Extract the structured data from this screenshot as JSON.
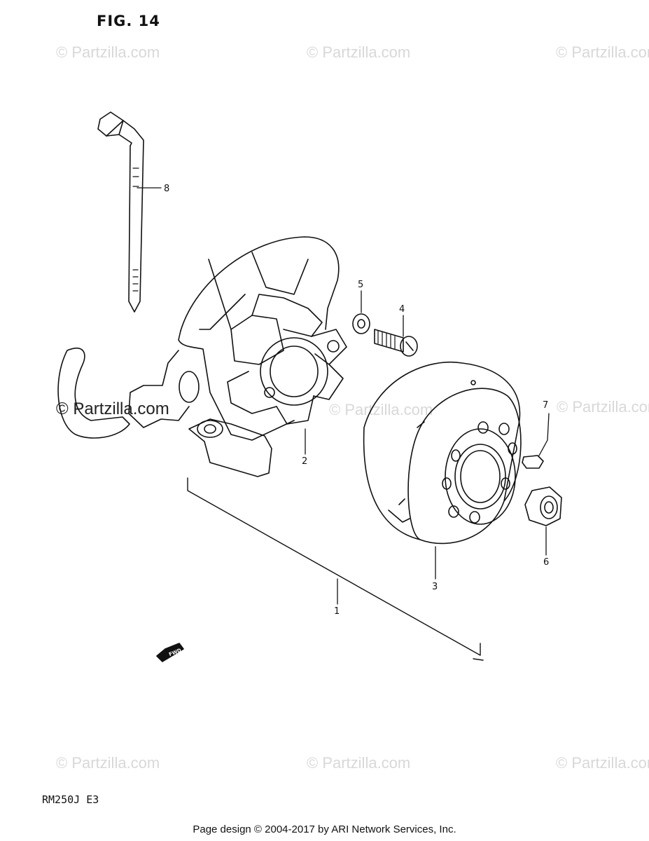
{
  "figure": {
    "title": "FIG. 14",
    "model_code": "RM250J  E3",
    "footer": "Page design © 2004-2017 by ARI Network Services, Inc.",
    "watermark": "© Partzilla.com",
    "fwd_label": "FWD"
  },
  "callouts": [
    {
      "id": "1",
      "part": "assembly"
    },
    {
      "id": "2",
      "part": "stator"
    },
    {
      "id": "3",
      "part": "rotor"
    },
    {
      "id": "4",
      "part": "screw"
    },
    {
      "id": "5",
      "part": "washer"
    },
    {
      "id": "6",
      "part": "nut"
    },
    {
      "id": "7",
      "part": "key"
    },
    {
      "id": "8",
      "part": "cable-clamp"
    }
  ],
  "colors": {
    "line": "#111111",
    "watermark": "#d8d8d8"
  }
}
